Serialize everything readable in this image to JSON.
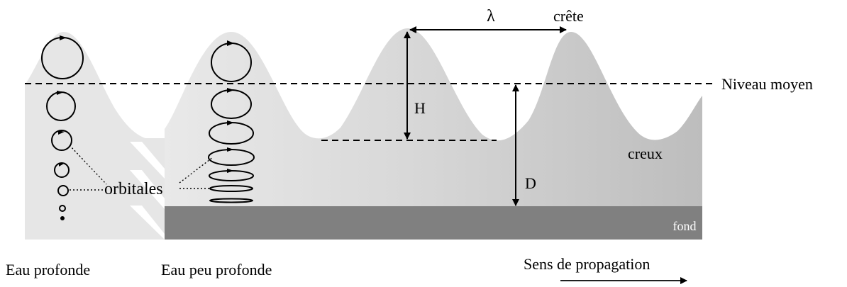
{
  "labels": {
    "wavelength": "λ",
    "crest": "crête",
    "mean_level": "Niveau moyen",
    "height": "H",
    "depth": "D",
    "trough": "creux",
    "orbitals": "orbitales",
    "bottom": "fond",
    "deep_water": "Eau profonde",
    "shallow_water": "Eau peu profonde",
    "propagation": "Sens de propagation"
  },
  "colors": {
    "wave_light": "#e6e6e6",
    "wave_mid": "#d2d2d2",
    "wave_dark": "#bcbcbc",
    "seabed": "#808080",
    "line": "#000000"
  }
}
